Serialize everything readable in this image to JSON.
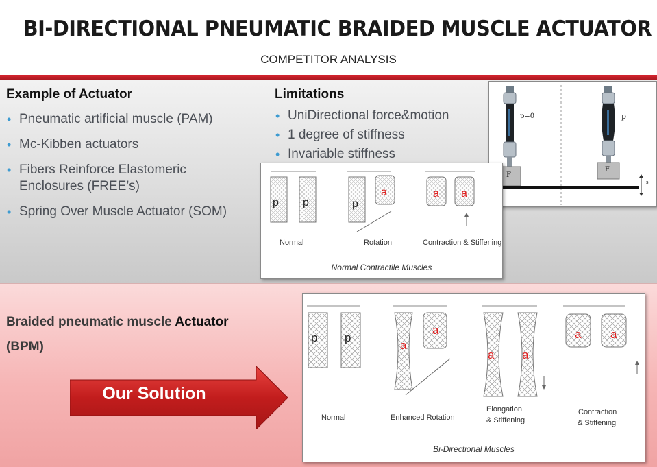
{
  "header": {
    "title": "BI-DIRECTIONAL PNEUMATIC BRAIDED MUSCLE ACTUATOR",
    "subtitle": "COMPETITOR ANALYSIS"
  },
  "examples": {
    "heading": "Example of Actuator",
    "items": [
      "Pneumatic artificial muscle (PAM)",
      "Mc-Kibben actuators",
      "Fibers Reinforce Elastomeric Enclosures (FREE’s)",
      "Spring Over Muscle Actuator (SOM)"
    ]
  },
  "limitations": {
    "heading": "Limitations",
    "items": [
      "UniDirectional force&motion",
      "1 degree of stiffness",
      "Invariable stiffness"
    ]
  },
  "figure_force": {
    "label_p0": "p=0",
    "label_p": "p",
    "label_f": "F",
    "label_s": "s"
  },
  "figure_normal": {
    "letters": {
      "p": "p",
      "a": "a"
    },
    "captions": [
      "Normal",
      "Rotation",
      "Contraction & Stiffening"
    ],
    "title": "Normal Contractile Muscles"
  },
  "solution": {
    "text_part1": "Braided pneumatic muscle",
    "text_part2": "Actuator",
    "text_line2": "(BPM)",
    "arrow_label": "Our Solution"
  },
  "figure_bidirectional": {
    "captions": [
      "Normal",
      "Enhanced Rotation",
      "Elongation",
      "& Stiffening",
      "Contraction",
      "& Stiffening"
    ],
    "title": "Bi-Directional Muscles"
  },
  "colors": {
    "accent_red": "#c8202a",
    "bullet_blue": "#3d9bd1",
    "label_red": "#e02020"
  }
}
